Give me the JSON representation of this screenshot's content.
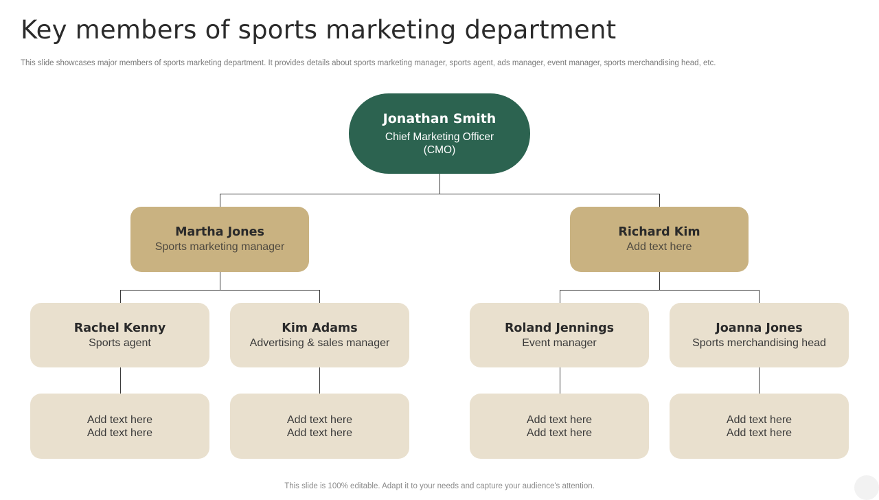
{
  "header": {
    "title": "Key members of sports marketing department",
    "subtitle": "This slide showcases major members of sports marketing department. It provides details about sports marketing manager, sports agent, ads manager, event manager, sports merchandising head, etc."
  },
  "org": {
    "cmo": {
      "name": "Jonathan Smith",
      "role_line1": "Chief Marketing Officer",
      "role_line2": "(CMO)"
    },
    "managers": [
      {
        "name": "Martha Jones",
        "role": "Sports marketing manager"
      },
      {
        "name": "Richard Kim",
        "role": "Add text here"
      }
    ],
    "members": [
      {
        "name": "Rachel Kenny",
        "role": "Sports agent"
      },
      {
        "name": "Kim Adams",
        "role": "Advertising & sales manager"
      },
      {
        "name": "Roland Jennings",
        "role": "Event manager"
      },
      {
        "name": "Joanna Jones",
        "role": "Sports merchandising head"
      }
    ],
    "sub_boxes": [
      {
        "line1": "Add text here",
        "line2": "Add text here"
      },
      {
        "line1": "Add text here",
        "line2": "Add text here"
      },
      {
        "line1": "Add text here",
        "line2": "Add text here"
      },
      {
        "line1": "Add text here",
        "line2": "Add text here"
      }
    ]
  },
  "footer": {
    "text": "This slide is 100% editable. Adapt it to your needs and capture your audience's attention."
  },
  "colors": {
    "cmo": "#2c6350",
    "manager": "#c9b281",
    "member": "#e9e0ce",
    "connector": "#3a3a3a"
  }
}
